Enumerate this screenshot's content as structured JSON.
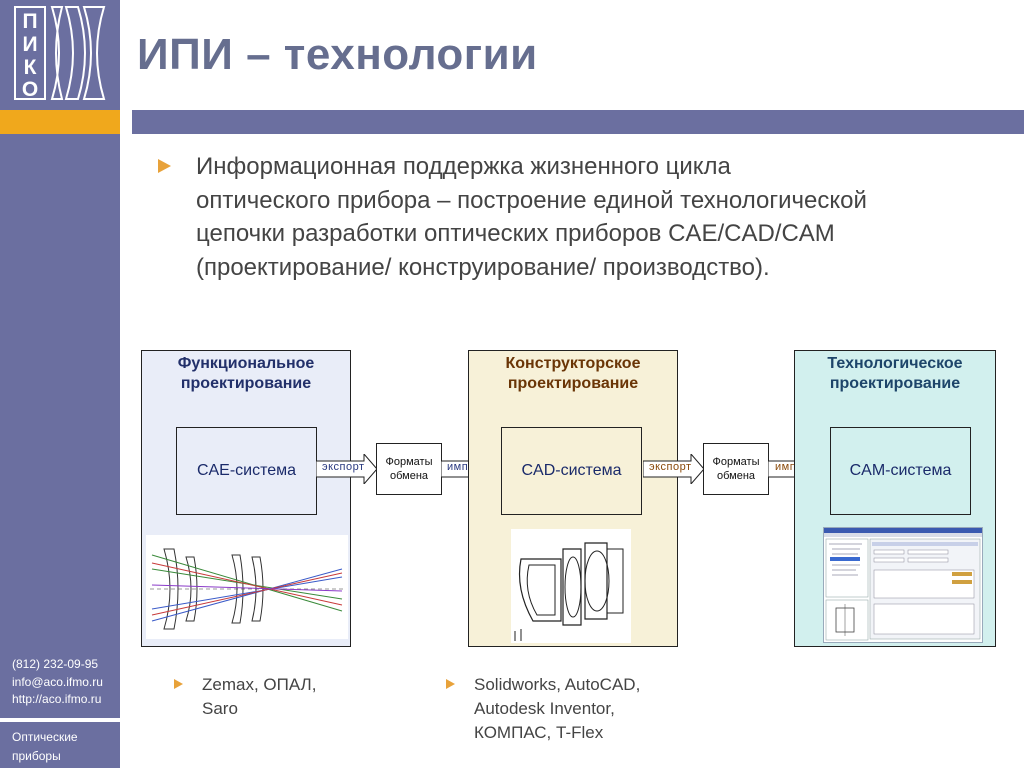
{
  "logo": {
    "letters": [
      "П",
      "И",
      "К",
      "О"
    ]
  },
  "title": "ИПИ – технологии",
  "main_bullet": {
    "lines": [
      "Информационная поддержка жизненного цикла",
      "оптического прибора – построение единой технологической",
      "цепочки разработки оптических приборов CAE/CAD/CAM",
      "(проектирование/ конструирование/ производство)."
    ]
  },
  "contacts": {
    "phone": "(812) 232-09-95",
    "email": "info@aco.ifmo.ru",
    "url": "http://aco.ifmo.ru"
  },
  "footer_label": [
    "Оптические",
    "приборы"
  ],
  "diagram": {
    "functional": {
      "title": [
        "Функциональное",
        "проектирование"
      ],
      "system": "CAE-система"
    },
    "design": {
      "title": [
        "Конструкторское",
        "проектирование"
      ],
      "system": "CAD-система"
    },
    "technological": {
      "title": [
        "Технологическое",
        "проектирование"
      ],
      "system": "CAM-система"
    },
    "format1": [
      "Форматы",
      "обмена"
    ],
    "format2": [
      "Форматы",
      "обмена"
    ],
    "export1": "экспорт",
    "import1": "импорт",
    "export2": "экспорт",
    "import2": "импорт"
  },
  "sub_bullets": {
    "cae_tools": [
      "Zemax, ОПАЛ,",
      "Saro"
    ],
    "cad_tools": [
      "Solidworks, AutoCAD,",
      "Autodesk Inventor,",
      "КОМПАС, T-Flex"
    ]
  },
  "colors": {
    "sidebar": "#6b6fa0",
    "accent": "#f0a81c",
    "bullet": "#e8a23a",
    "title": "#666e8f",
    "panel_functional": "#e9edf8",
    "panel_design": "#f7f1d8",
    "panel_technological": "#d2f0ee"
  },
  "icons": [
    "bullet-triangle-icon",
    "arrow-right-icon"
  ]
}
